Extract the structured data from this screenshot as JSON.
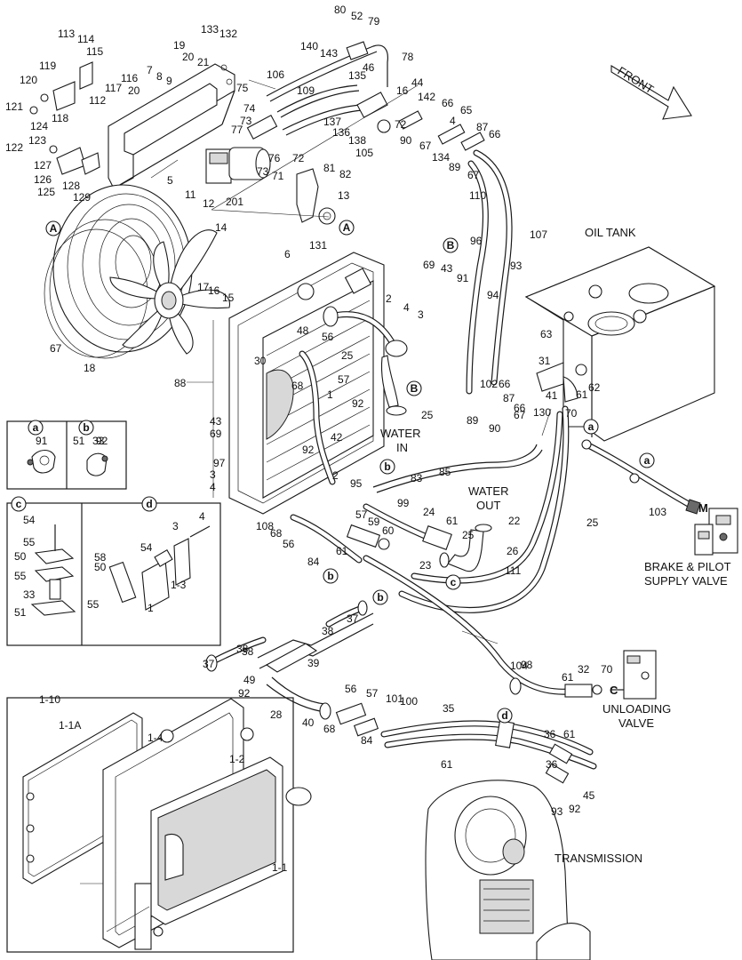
{
  "direction_arrow": {
    "label": "FRONT"
  },
  "location_labels": {
    "oil_tank": "OIL TANK",
    "water_in_1": "WATER",
    "water_in_2": "IN",
    "water_out_1": "WATER",
    "water_out_2": "OUT",
    "brake_valve_1": "BRAKE & PILOT",
    "brake_valve_2": "SUPPLY VALVE",
    "unloading_1": "UNLOADING",
    "unloading_2": "VALVE",
    "transmission": "TRANSMISSION",
    "port_m": "M",
    "port_c": "C"
  },
  "ref_markers": [
    "A",
    "B",
    "a",
    "b",
    "c",
    "d"
  ],
  "part_numbers": [
    "80",
    "52",
    "79",
    "133",
    "132",
    "113",
    "114",
    "115",
    "19",
    "20",
    "21",
    "78",
    "140",
    "143",
    "7",
    "8",
    "9",
    "116",
    "117",
    "20",
    "106",
    "46",
    "44",
    "119",
    "75",
    "135",
    "16",
    "112",
    "118",
    "120",
    "109",
    "142",
    "66",
    "121",
    "124",
    "74",
    "73",
    "77",
    "65",
    "4",
    "87",
    "137",
    "72",
    "90",
    "67",
    "66",
    "122",
    "123",
    "76",
    "72",
    "136",
    "138",
    "105",
    "134",
    "89",
    "67",
    "127",
    "71",
    "81",
    "82",
    "126",
    "125",
    "128",
    "129",
    "5",
    "73",
    "201",
    "11",
    "12",
    "13",
    "110",
    "6",
    "107",
    "14",
    "96",
    "131",
    "69",
    "43",
    "91",
    "93",
    "94",
    "17",
    "16",
    "15",
    "2",
    "4",
    "3",
    "63",
    "31",
    "67",
    "18",
    "48",
    "56",
    "25",
    "30",
    "68",
    "57",
    "102",
    "66",
    "87",
    "88",
    "1",
    "92",
    "41",
    "61",
    "62",
    "70",
    "67",
    "89",
    "90",
    "66",
    "130",
    "43",
    "69",
    "42",
    "25",
    "92",
    "97",
    "3",
    "4",
    "2",
    "95",
    "83",
    "85",
    "99",
    "24",
    "25",
    "103",
    "108",
    "68",
    "56",
    "57",
    "59",
    "60",
    "61",
    "22",
    "25",
    "26",
    "84",
    "61",
    "23",
    "111",
    "37",
    "38",
    "38",
    "37",
    "38",
    "39",
    "49",
    "92",
    "104",
    "98",
    "61",
    "32",
    "70",
    "28",
    "40",
    "68",
    "56",
    "57",
    "84",
    "101",
    "100",
    "35",
    "61",
    "36",
    "61",
    "36",
    "45",
    "93",
    "92",
    "91",
    "92",
    "51",
    "33",
    "54",
    "55",
    "50",
    "55",
    "33",
    "51",
    "3",
    "4",
    "58",
    "50",
    "55",
    "54",
    "1",
    "1-3",
    "1-10",
    "1-1A",
    "1-4",
    "1-2",
    "1-1"
  ]
}
